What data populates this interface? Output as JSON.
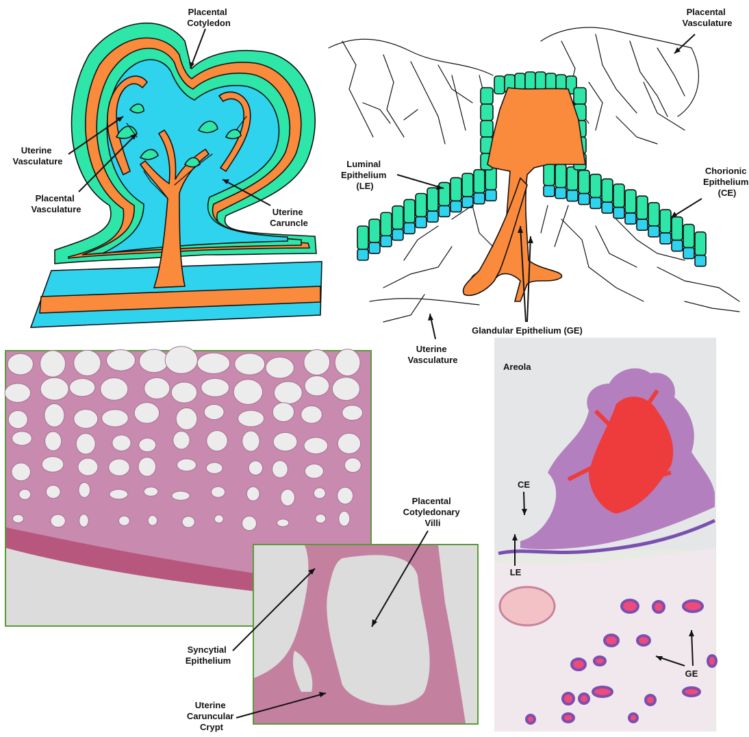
{
  "colors": {
    "teal": "#2ee6a8",
    "orange": "#fa8a3c",
    "cyan": "#2fd3ee",
    "histo_pink": "#c88aae",
    "histo_light": "#e7dde6",
    "histo_bg": "#dcdcdc",
    "frame_green": "#5a9a3a",
    "stain_red": "#ee3b3b",
    "stain_purple": "#7a4fb0"
  },
  "panel_a": {
    "labels": {
      "placental_cotyledon": [
        "Placental",
        "Cotyledon"
      ],
      "uterine_vasculature": [
        "Uterine",
        "Vasculature"
      ],
      "placental_vasculature": [
        "Placental",
        "Vasculature"
      ],
      "uterine_caruncle": [
        "Uterine",
        "Caruncle"
      ]
    }
  },
  "panel_b": {
    "labels": {
      "placental_vasculature": [
        "Placental",
        "Vasculature"
      ],
      "luminal_epithelium": [
        "Luminal",
        "Epithelium",
        "(LE)"
      ],
      "chorionic_epithelium": [
        "Chorionic",
        "Epithelium",
        "(CE)"
      ],
      "glandular_epithelium": [
        "Glandular Epithelium (GE)"
      ],
      "uterine_vasculature": [
        "Uterine",
        "Vasculature"
      ]
    }
  },
  "panel_c": {
    "labels": {
      "placental_cotyledonary_villi": [
        "Placental",
        "Cotyledonary",
        "Villi"
      ],
      "syncytial_epithelium": [
        "Syncytial",
        "Epithelium"
      ],
      "uterine_caruncular_crypt": [
        "Uterine",
        "Caruncular",
        "Crypt"
      ]
    }
  },
  "panel_d": {
    "labels": {
      "areola": "Areola",
      "ce": "CE",
      "le": "LE",
      "ge": "GE"
    }
  }
}
